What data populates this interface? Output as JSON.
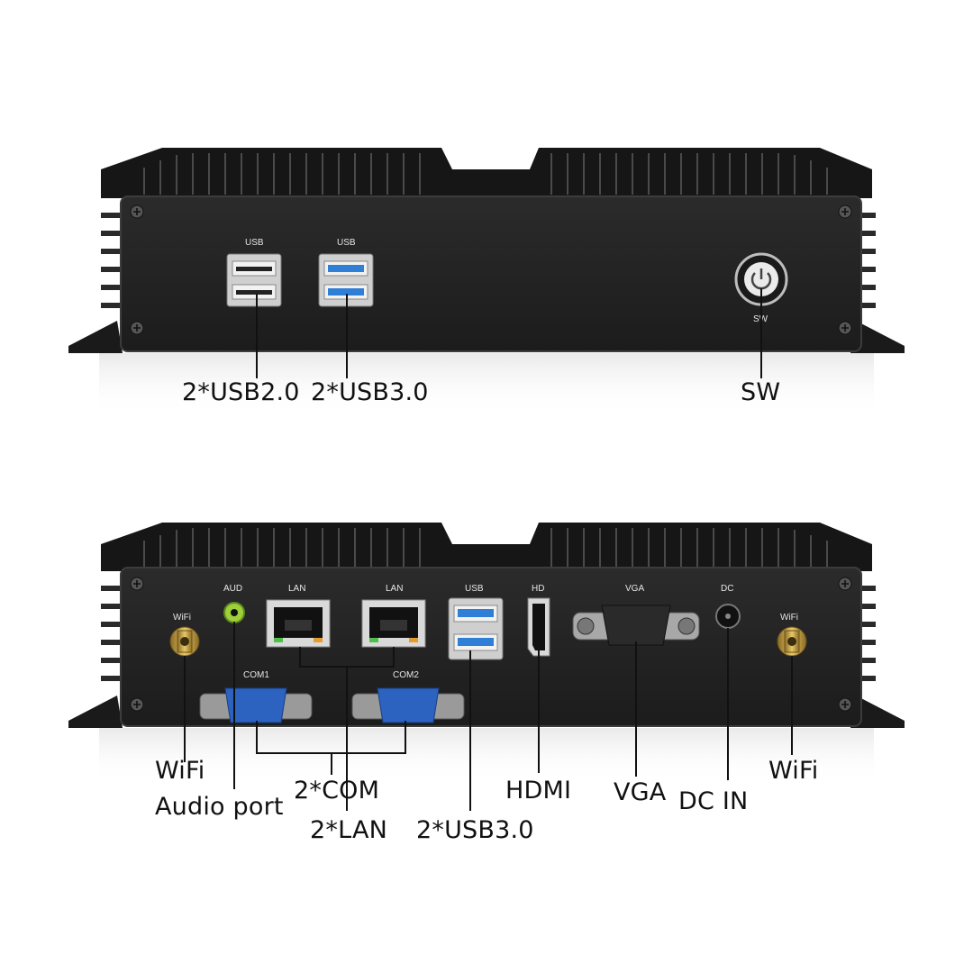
{
  "front_panel": {
    "port_labels": {
      "usb_a": "USB",
      "usb_b": "USB",
      "sw": "SW"
    },
    "callouts": {
      "usb2": "2*USB2.0",
      "usb3": "2*USB3.0",
      "sw": "SW"
    }
  },
  "rear_panel": {
    "port_labels": {
      "wifi_left": "WiFi",
      "aud": "AUD",
      "lan1": "LAN",
      "lan2": "LAN",
      "com1": "COM1",
      "com2": "COM2",
      "usb": "USB",
      "hd": "HD",
      "vga": "VGA",
      "dc": "DC",
      "wifi_right": "WiFi"
    },
    "callouts": {
      "wifi_left": "WiFi",
      "audio": "Audio port",
      "com": "2*COM",
      "lan": "2*LAN",
      "usb3": "2*USB3.0",
      "hdmi": "HDMI",
      "vga": "VGA",
      "dcin": "DC IN",
      "wifi_right": "WiFi"
    }
  },
  "colors": {
    "chassis": "#1e1e1e",
    "panel": "#262626",
    "usb3_blue": "#2f7fd6",
    "com_blue": "#2c63c0",
    "audio_green": "#9ccf3a",
    "antenna_gold": "#c9a54a"
  }
}
